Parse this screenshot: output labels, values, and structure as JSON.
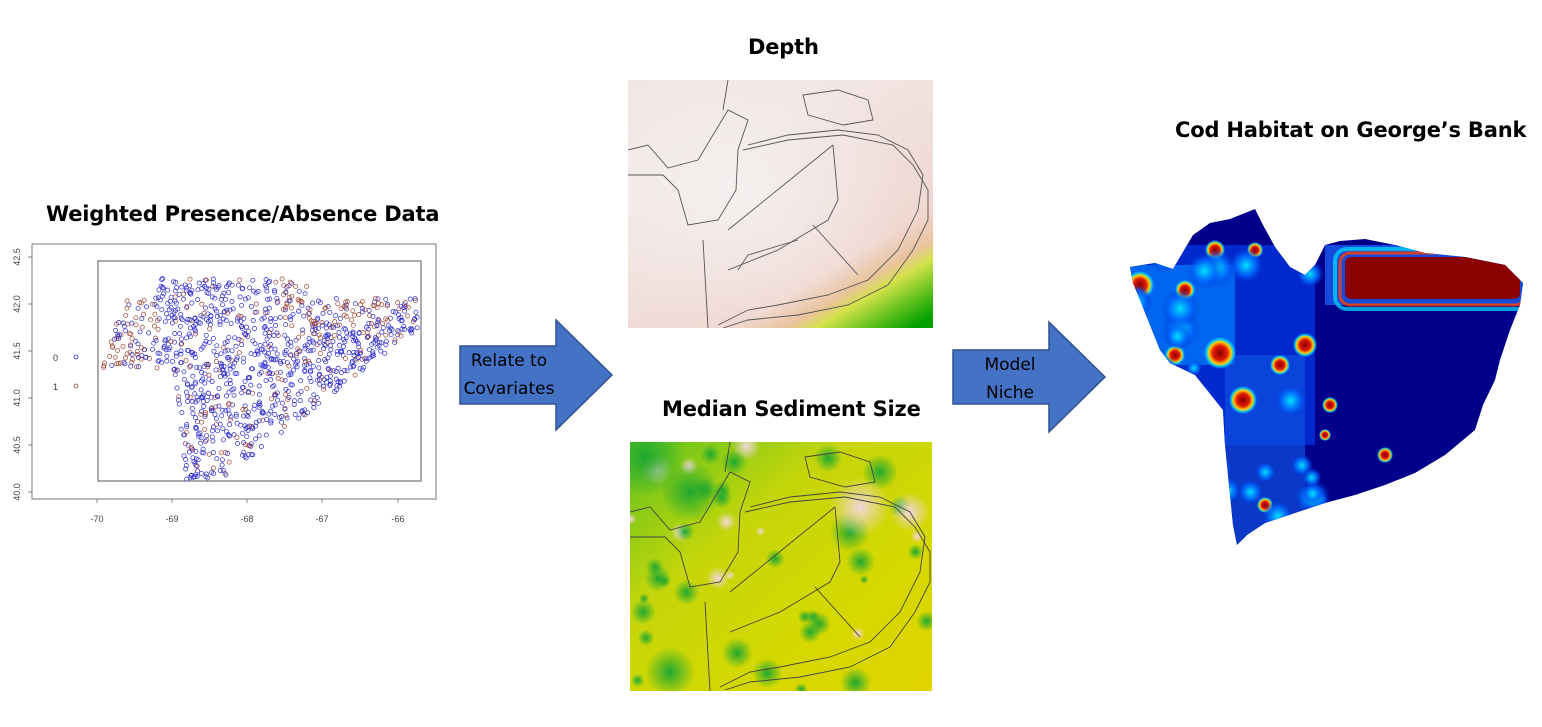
{
  "titles": {
    "presence": "Weighted Presence/Absence Data",
    "depth": "Depth",
    "sediment": "Median Sediment Size",
    "habitat": "Cod Habitat on George’s Bank"
  },
  "arrows": {
    "relate": [
      "Relate to",
      "Covariates"
    ],
    "model": [
      "Model",
      "Niche"
    ]
  },
  "scatter": {
    "y_ticks": [
      "40.0",
      "40.5",
      "41.0",
      "41.5",
      "42.0",
      "42.5"
    ],
    "x_ticks": [
      "-70",
      "-69",
      "-68",
      "-67",
      "-66"
    ],
    "legend": [
      {
        "label": "0",
        "color": "#2b2bd0"
      },
      {
        "label": "1",
        "color": "#a0452f"
      }
    ]
  },
  "colors": {
    "arrow_fill": "#4472c4",
    "arrow_stroke": "#2f528f",
    "absence": "#2b2bd0",
    "presence": "#a0452f",
    "depth_shallow": "#f1d9d4",
    "depth_deep": "#00a000",
    "sediment_base": "#d6d800",
    "habitat_low": "#00008b",
    "habitat_high": "#8b0000"
  }
}
